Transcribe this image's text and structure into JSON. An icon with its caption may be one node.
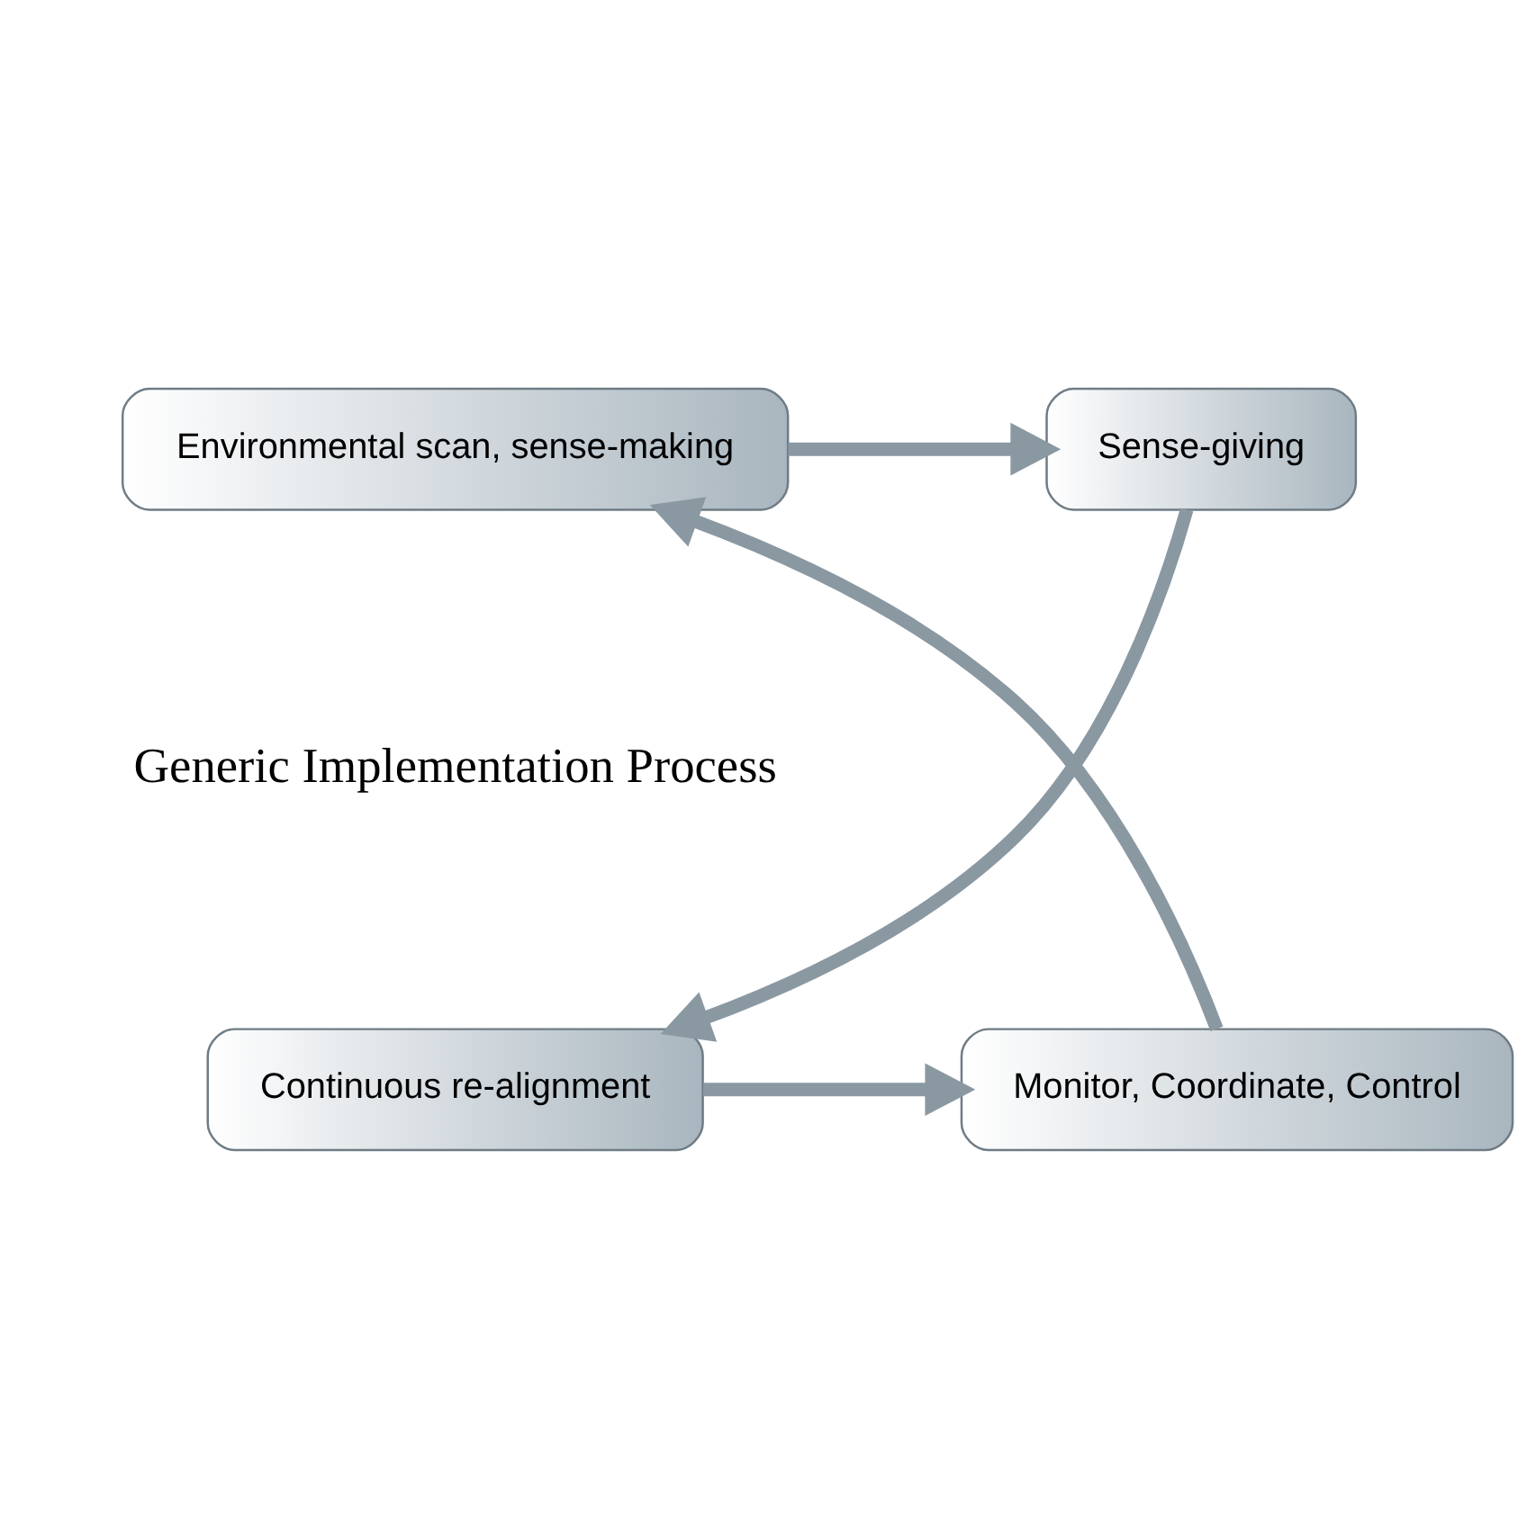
{
  "diagram": {
    "nodes": [
      {
        "text": [
          "Environmental scan, sense-making"
        ]
      },
      {
        "text": [
          "Sense-giving"
        ]
      },
      {
        "text": [
          "Continuous re-alignment"
        ]
      },
      {
        "text": [
          "Monitor, Coordinate, Control"
        ]
      }
    ],
    "edges": [
      {
        "from": 0,
        "to": 1,
        "arrow": "to"
      },
      {
        "from": 1,
        "to": 2,
        "arrow": "to"
      },
      {
        "from": 2,
        "to": 3,
        "arrow": "to"
      },
      {
        "from": 3,
        "to": 0,
        "arrow": "to"
      }
    ],
    "labels": [
      "Generic Implementation Process"
    ]
  }
}
